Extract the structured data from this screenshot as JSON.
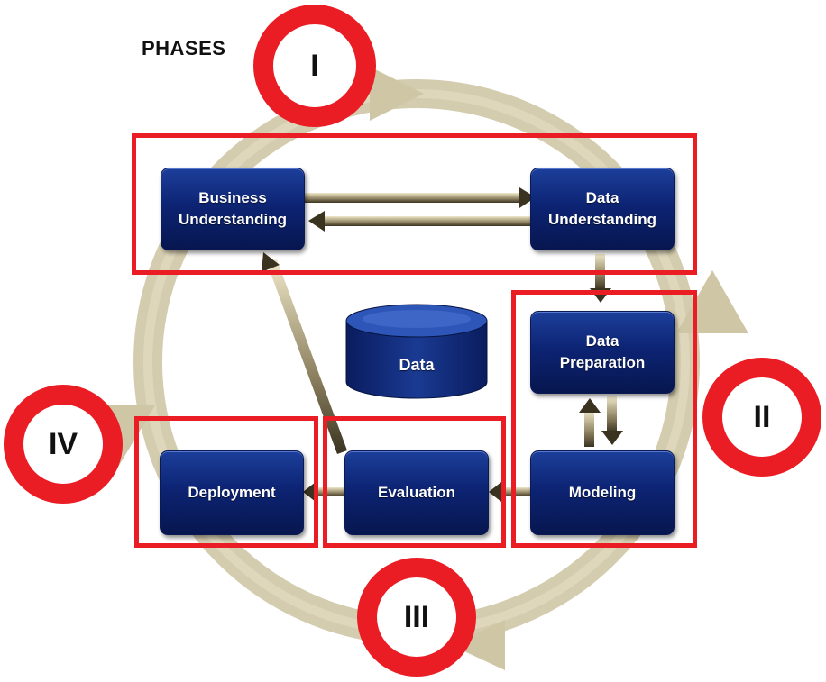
{
  "title": "PHASES",
  "steps": {
    "business_understanding": "Business\nUnderstanding",
    "data_understanding": "Data\nUnderstanding",
    "data_preparation": "Data\nPreparation",
    "modeling": "Modeling",
    "evaluation": "Evaluation",
    "deployment": "Deployment"
  },
  "data_store": "Data",
  "phases": [
    "I",
    "II",
    "III",
    "IV"
  ],
  "colors": {
    "frame_red": "#ea1c24",
    "box_blue": "#0d2474",
    "cycle_beige": "#cfc6a5"
  }
}
